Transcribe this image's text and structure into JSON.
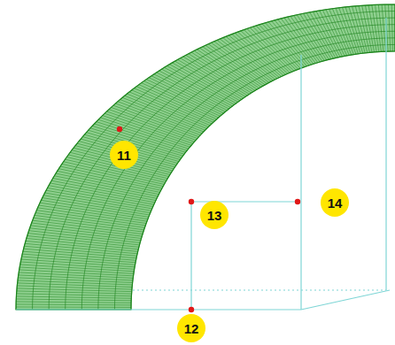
{
  "diagram": {
    "nodes": [
      {
        "text": [
          "11"
        ]
      },
      {
        "text": [
          "12"
        ]
      },
      {
        "text": [
          "13"
        ]
      },
      {
        "text": [
          "14"
        ]
      }
    ]
  }
}
